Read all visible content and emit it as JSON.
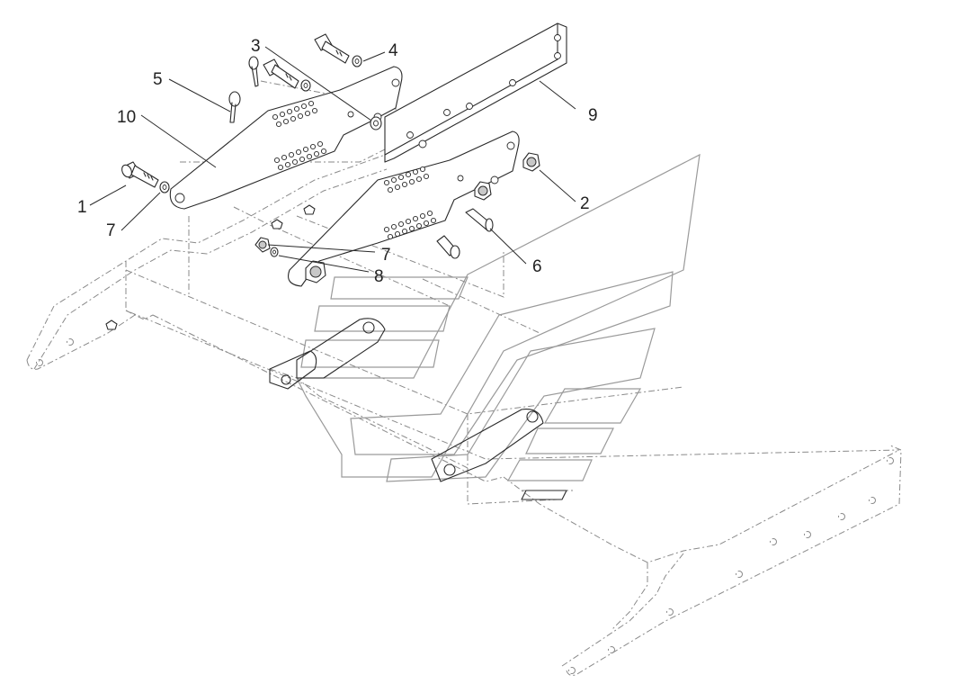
{
  "callouts": [
    {
      "id": "c1",
      "label": "1"
    },
    {
      "id": "c2",
      "label": "2"
    },
    {
      "id": "c3",
      "label": "3"
    },
    {
      "id": "c4",
      "label": "4"
    },
    {
      "id": "c5",
      "label": "5"
    },
    {
      "id": "c6",
      "label": "6"
    },
    {
      "id": "c7a",
      "label": "7"
    },
    {
      "id": "c7b",
      "label": "7"
    },
    {
      "id": "c8",
      "label": "8"
    },
    {
      "id": "c9",
      "label": "9"
    },
    {
      "id": "c10",
      "label": "10"
    }
  ],
  "colors": {
    "line": "#2a2a2a",
    "hidden_line": "#8a8a8a",
    "watermark": "#9a9a9a",
    "background": "#ffffff"
  }
}
